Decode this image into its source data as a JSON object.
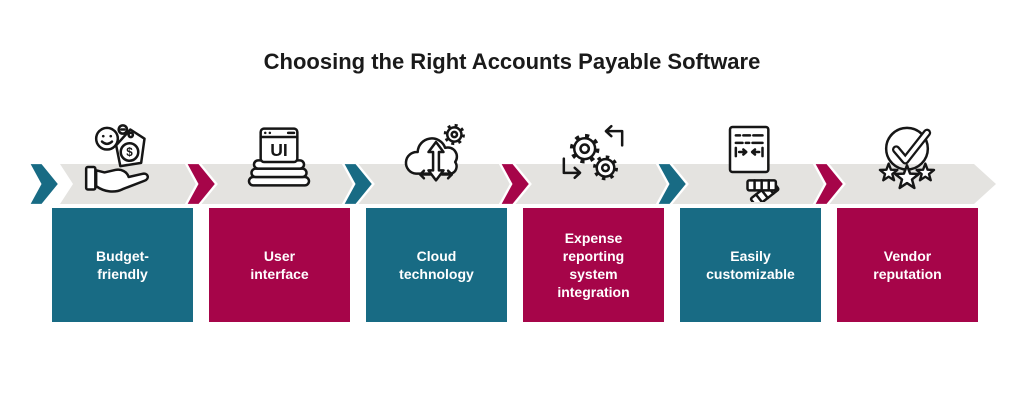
{
  "title": "Choosing the Right Accounts Payable Software",
  "colors": {
    "teal": "#186B84",
    "crimson": "#A60549",
    "band_gray": "#E4E3E0",
    "title_text": "#1A1A1A",
    "box_text": "#FFFFFF",
    "icon_line": "#161616"
  },
  "steps": [
    {
      "label": "Budget-\nfriendly",
      "color": "teal",
      "icon": "hand-price-tag-icon"
    },
    {
      "label": "User\ninterface",
      "color": "crimson",
      "icon": "ui-window-stack-icon"
    },
    {
      "label": "Cloud\ntechnology",
      "color": "teal",
      "icon": "cloud-gear-arrows-icon"
    },
    {
      "label": "Expense\nreporting\nsystem\nintegration",
      "color": "crimson",
      "icon": "gears-sync-icon"
    },
    {
      "label": "Easily\ncustomizable",
      "color": "teal",
      "icon": "document-color-swatches-icon"
    },
    {
      "label": "Vendor\nreputation",
      "color": "crimson",
      "icon": "checkmark-stars-icon"
    }
  ]
}
